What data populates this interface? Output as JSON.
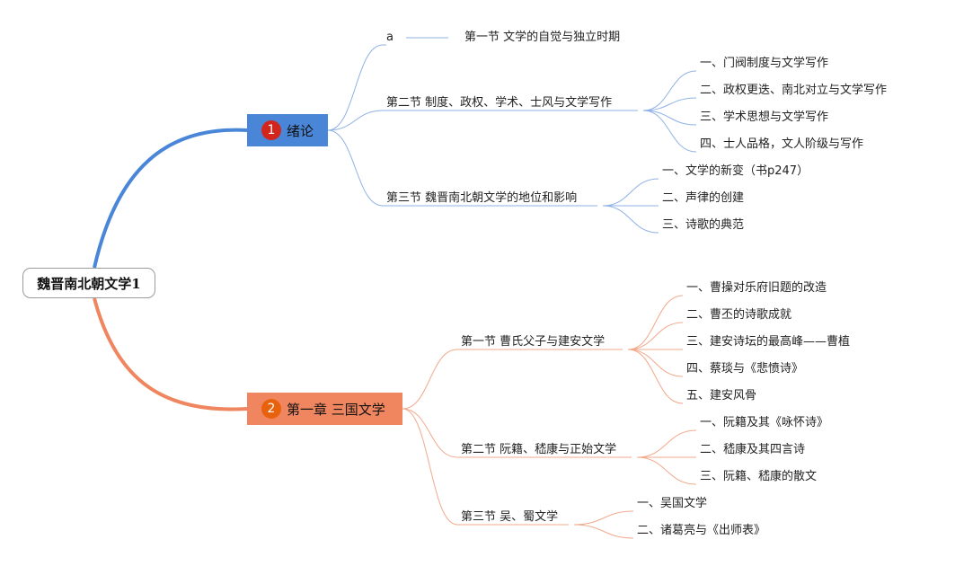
{
  "root": {
    "label": "魏晋南北朝文学1"
  },
  "branches": [
    {
      "id": "b1",
      "index": "1",
      "label": "绪论",
      "color": "#4a86d8",
      "badge_color": "#d2261c",
      "sections": [
        {
          "label": "a",
          "extra": "第一节 文学的自觉与独立时期",
          "items": []
        },
        {
          "label": "第二节 制度、政权、学术、士风与文学写作",
          "items": [
            "一、门阀制度与文学写作",
            "二、政权更迭、南北对立与文学写作",
            "三、学术思想与文学写作",
            "四、士人品格，文人阶级与写作"
          ]
        },
        {
          "label": "第三节 魏晋南北朝文学的地位和影响",
          "items": [
            "一、文学的新变（书p247）",
            "二、声律的创建",
            "三、诗歌的典范"
          ]
        }
      ]
    },
    {
      "id": "b2",
      "index": "2",
      "label": "第一章 三国文学",
      "color": "#ef8660",
      "badge_color": "#e8620e",
      "sections": [
        {
          "label": "第一节 曹氏父子与建安文学",
          "items": [
            "一、曹操对乐府旧题的改造",
            "二、曹丕的诗歌成就",
            "三、建安诗坛的最高峰——曹植",
            "四、蔡琰与《悲愤诗》",
            "五、建安风骨"
          ]
        },
        {
          "label": "第二节 阮籍、嵇康与正始文学",
          "items": [
            "一、阮籍及其《咏怀诗》",
            "二、嵇康及其四言诗",
            "三、阮籍、嵇康的散文"
          ]
        },
        {
          "label": "第三节 吴、蜀文学",
          "items": [
            "一、吴国文学",
            "二、诸葛亮与《出师表》"
          ]
        }
      ]
    }
  ]
}
